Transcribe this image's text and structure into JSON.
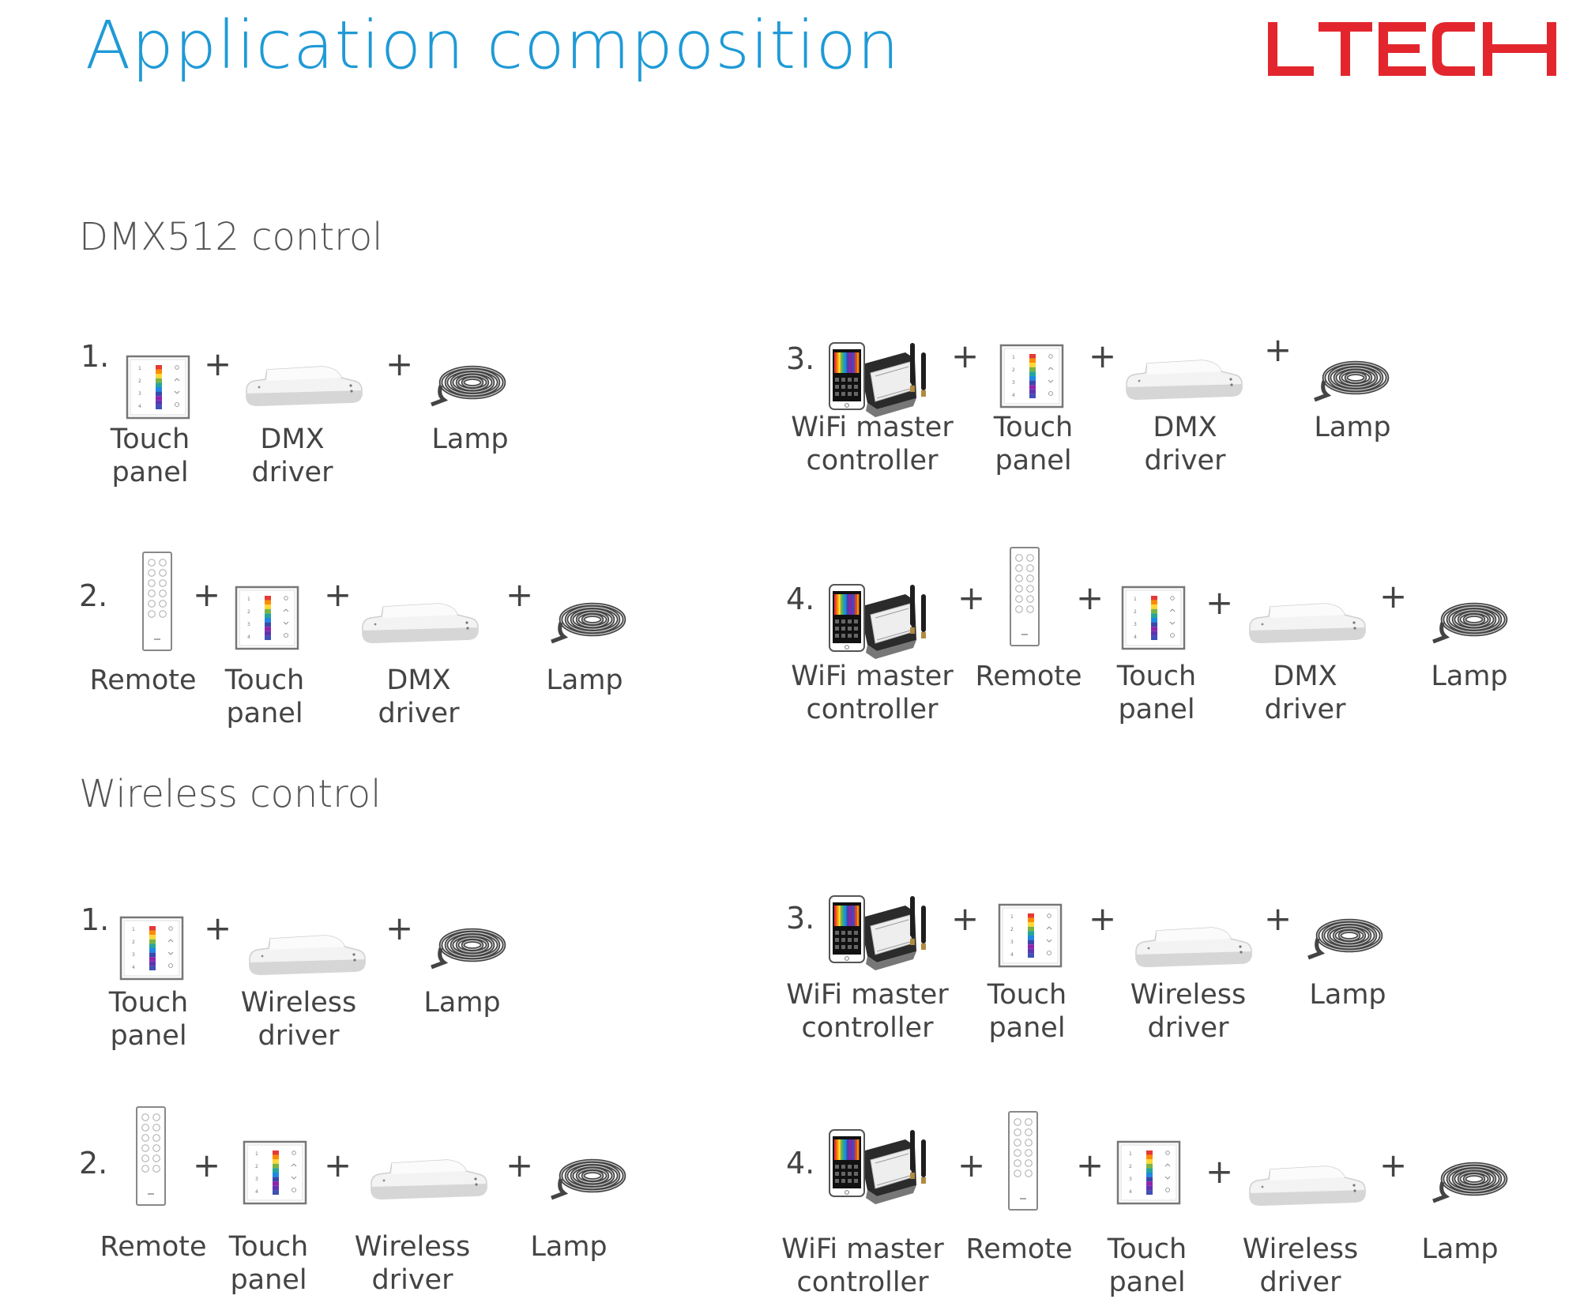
{
  "page_title": "Application composition",
  "brand": {
    "name": "LTECH",
    "color": "#e3262e"
  },
  "accent_color": "#1f9ad6",
  "dmx_section": {
    "title": "DMX512 control",
    "rows": [
      {
        "number": "1.",
        "labels": [
          [
            "Touch",
            "panel"
          ],
          [
            "DMX",
            "driver"
          ],
          [
            "Lamp"
          ]
        ]
      },
      {
        "number": "2.",
        "labels": [
          [
            "Remote"
          ],
          [
            "Touch",
            "panel"
          ],
          [
            "DMX",
            "driver"
          ],
          [
            "Lamp"
          ]
        ]
      },
      {
        "number": "3.",
        "labels": [
          [
            "WiFi master",
            "controller"
          ],
          [
            "Touch",
            "panel"
          ],
          [
            "DMX",
            "driver"
          ],
          [
            "Lamp"
          ]
        ]
      },
      {
        "number": "4.",
        "labels": [
          [
            "WiFi master",
            "controller"
          ],
          [
            "Remote"
          ],
          [
            "Touch",
            "panel"
          ],
          [
            "DMX",
            "driver"
          ],
          [
            "Lamp"
          ]
        ]
      }
    ]
  },
  "wireless_section": {
    "title": "Wireless control",
    "rows": [
      {
        "number": "1.",
        "labels": [
          [
            "Touch",
            "panel"
          ],
          [
            "Wireless",
            "driver"
          ],
          [
            "Lamp"
          ]
        ]
      },
      {
        "number": "2.",
        "labels": [
          [
            "Remote"
          ],
          [
            "Touch",
            "panel"
          ],
          [
            "Wireless",
            "driver"
          ],
          [
            "Lamp"
          ]
        ]
      },
      {
        "number": "3.",
        "labels": [
          [
            "WiFi master",
            "controller"
          ],
          [
            "Touch",
            "panel"
          ],
          [
            "Wireless",
            "driver"
          ],
          [
            "Lamp"
          ]
        ]
      },
      {
        "number": "4.",
        "labels": [
          [
            "WiFi master",
            "controller"
          ],
          [
            "Remote"
          ],
          [
            "Touch",
            "panel"
          ],
          [
            "Wireless",
            "driver"
          ],
          [
            "Lamp"
          ]
        ]
      }
    ]
  },
  "plus_sign": "+",
  "panel_marks": [
    "1",
    "2",
    "3",
    "4"
  ],
  "icons": {
    "touch_panel": "touch-panel-icon",
    "remote": "remote-icon",
    "driver": "driver-box-icon",
    "lamp": "led-strip-reel-icon",
    "wifi_controller": "wifi-controller-icon"
  }
}
